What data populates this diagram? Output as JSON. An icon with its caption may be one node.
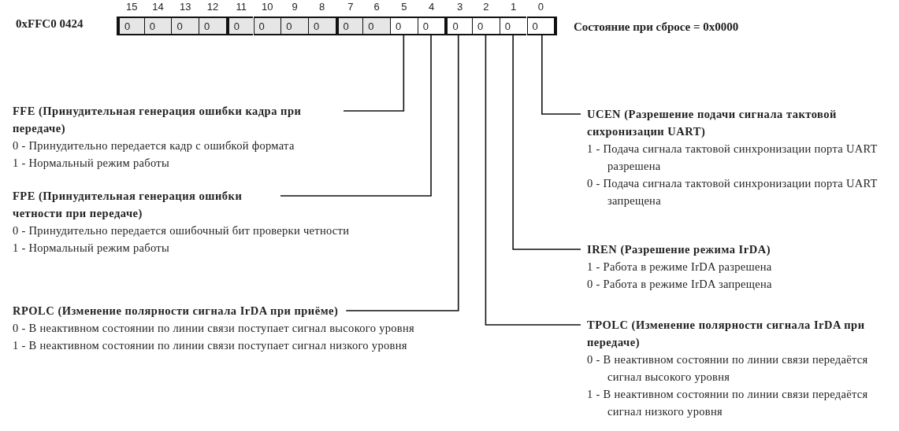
{
  "diagram": {
    "nodes": [
      {
        "text": [
          "0"
        ],
        "beside": [
          "15"
        ]
      },
      {
        "text": [
          "0"
        ],
        "beside": [
          "14"
        ]
      },
      {
        "text": [
          "0"
        ],
        "beside": [
          "13"
        ]
      },
      {
        "text": [
          "0"
        ],
        "beside": [
          "12"
        ]
      },
      {
        "text": [
          "0"
        ],
        "beside": [
          "11"
        ]
      },
      {
        "text": [
          "0"
        ],
        "beside": [
          "10"
        ]
      },
      {
        "text": [
          "0"
        ],
        "beside": [
          "9"
        ]
      },
      {
        "text": [
          "0"
        ],
        "beside": [
          "8"
        ]
      },
      {
        "text": [
          "0"
        ],
        "beside": [
          "7"
        ]
      },
      {
        "text": [
          "0"
        ],
        "beside": [
          "6"
        ]
      },
      {
        "text": [
          "0"
        ],
        "beside": [
          "5"
        ]
      },
      {
        "text": [
          "0"
        ],
        "beside": [
          "4"
        ]
      },
      {
        "text": [
          "0"
        ],
        "beside": [
          "3"
        ]
      },
      {
        "text": [
          "0"
        ],
        "beside": [
          "2"
        ]
      },
      {
        "text": [
          "0"
        ],
        "beside": [
          "1"
        ]
      },
      {
        "text": [
          "0"
        ],
        "beside": [
          "0"
        ]
      },
      {
        "text": [
          "FFE (Принудительная генерация ошибки кадра при передаче)",
          "0 - Принудительно передается кадр с ошибкой формата",
          "1 - Нормальный режим работы"
        ]
      },
      {
        "text": [
          "FPE (Принудительная генерация ошибки четности при передаче)",
          "0 - Принудительно передается ошибочный бит проверки четности",
          "1 - Нормальный режим работы"
        ]
      },
      {
        "text": [
          "RPOLC (Изменение полярности сигнала IrDA при приёме)",
          "0 - В неактивном состоянии по линии связи поступает сигнал высокого уровня",
          "1 - В неактивном состоянии по линии связи поступает сигнал низкого уровня"
        ]
      },
      {
        "text": [
          "UCEN (Разрешение подачи сигнала тактовой сихронизации UART)",
          "1 - Подача  сигнала тактовой синхронизации порта UART разрешена",
          "0 - Подача сигнала тактовой синхронизации порта UART запрещена"
        ]
      },
      {
        "text": [
          "IREN (Разрешение режима IrDA)",
          "1 - Работа в режиме IrDA разрешена",
          "0 - Работа в режиме IrDA запрещена"
        ]
      },
      {
        "text": [
          "TPOLC (Изменение полярности сигнала IrDA при передаче)",
          "0 - В неактивном состоянии по линии связи передаётся сигнал высокого уровня",
          "1 - В неактивном состоянии по линии связи передаётся сигнал низкого уровня"
        ]
      }
    ],
    "edges": [
      {
        "from": 16,
        "to": 10,
        "arrow": "none"
      },
      {
        "from": 17,
        "to": 11,
        "arrow": "none"
      },
      {
        "from": 18,
        "to": 12,
        "arrow": "none"
      },
      {
        "from": 19,
        "to": 15,
        "arrow": "none"
      },
      {
        "from": 20,
        "to": 14,
        "arrow": "none"
      },
      {
        "from": 21,
        "to": 13,
        "arrow": "none"
      }
    ],
    "labels": [
      "0xFFC0 0424",
      "Состояние при сбросе = 0x0000"
    ]
  }
}
